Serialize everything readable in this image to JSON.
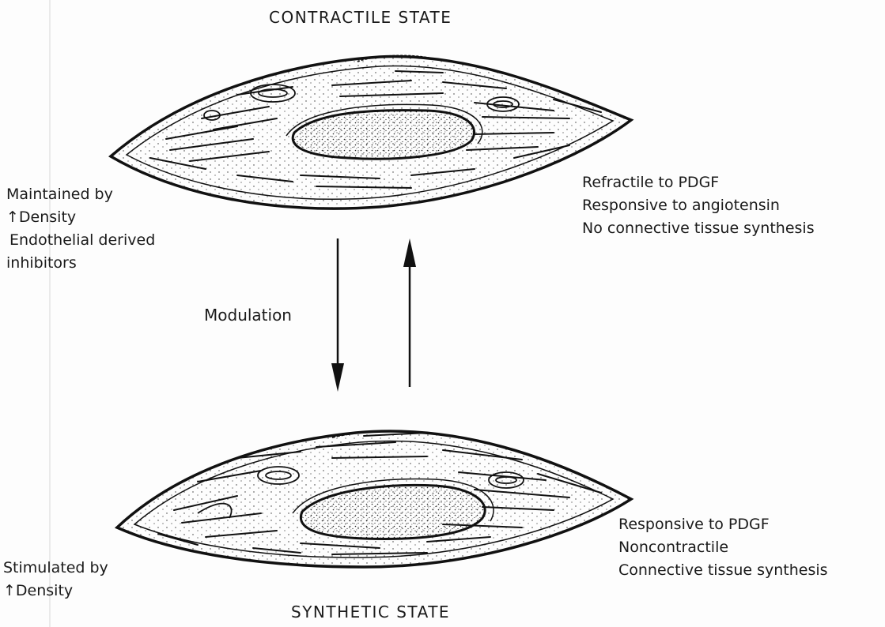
{
  "title_top": "CONTRACTILE STATE",
  "title_bottom": "SYNTHETIC STATE",
  "contractile": {
    "maintained_by": [
      "Maintained by",
      "↑Density",
      "Endothelial derived",
      "inhibitors"
    ],
    "properties": [
      "Refractile to PDGF",
      "Responsive to angiotensin",
      "No connective tissue synthesis"
    ]
  },
  "synthetic": {
    "stimulated_by": [
      "Stimulated by",
      "↑Density"
    ],
    "properties": [
      "Responsive to PDGF",
      "Noncontractile",
      "Connective tissue synthesis"
    ]
  },
  "modulation_label": "Modulation"
}
